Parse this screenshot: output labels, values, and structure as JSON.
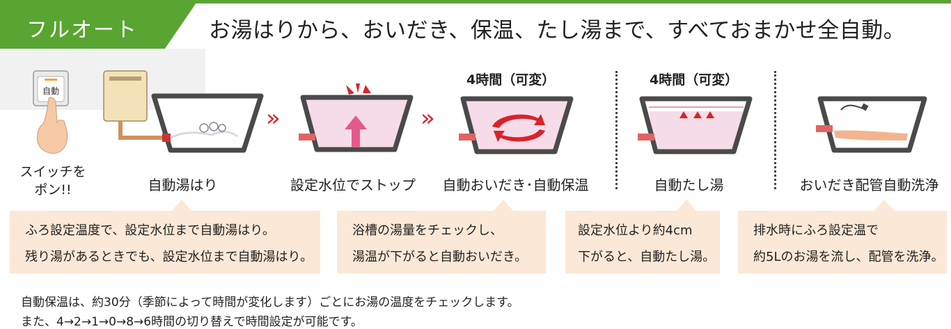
{
  "badge": "フルオート",
  "headline": "お湯はりから、おいだき、保温、たし湯まで、すべておまかせ全自動。",
  "switch": {
    "button_text": "自動",
    "caption_line1": "スイッチを",
    "caption_line2": "ポン!!"
  },
  "steps": [
    {
      "label": "自動湯はり"
    },
    {
      "label": "設定水位でストップ"
    },
    {
      "label": "自動おいだき･自動保温",
      "period": "4時間（可変）"
    },
    {
      "label": "自動たし湯",
      "period": "4時間（可変）"
    },
    {
      "label": "おいだき配管自動洗浄"
    }
  ],
  "separator_glyph": "»",
  "descriptions": [
    {
      "line1": "ふろ設定温度で、設定水位まで自動湯はり。",
      "line2": "残り湯があるときでも、設定水位まで自動湯はり。"
    },
    {
      "line1": "浴槽の湯量をチェックし、",
      "line2": "湯温が下がると自動おいだき。"
    },
    {
      "line1": "設定水位より約4cm",
      "line2": "下がると、自動たし湯。"
    },
    {
      "line1": "排水時にふろ設定温で",
      "line2": "約5Lのお湯を流し、配管を洗浄。"
    }
  ],
  "notes": [
    "自動保温は、約30分（季節によって時間が変化します）ごとにお湯の温度をチェックします。",
    "また、4→2→1→0→8→6時間の切り替えで時間設定が可能です。"
  ],
  "colors": {
    "green": "#58a531",
    "red": "#d7242a",
    "water": "#f6dce8",
    "tub": "#4a4a4a",
    "box": "#fbe8d6"
  }
}
